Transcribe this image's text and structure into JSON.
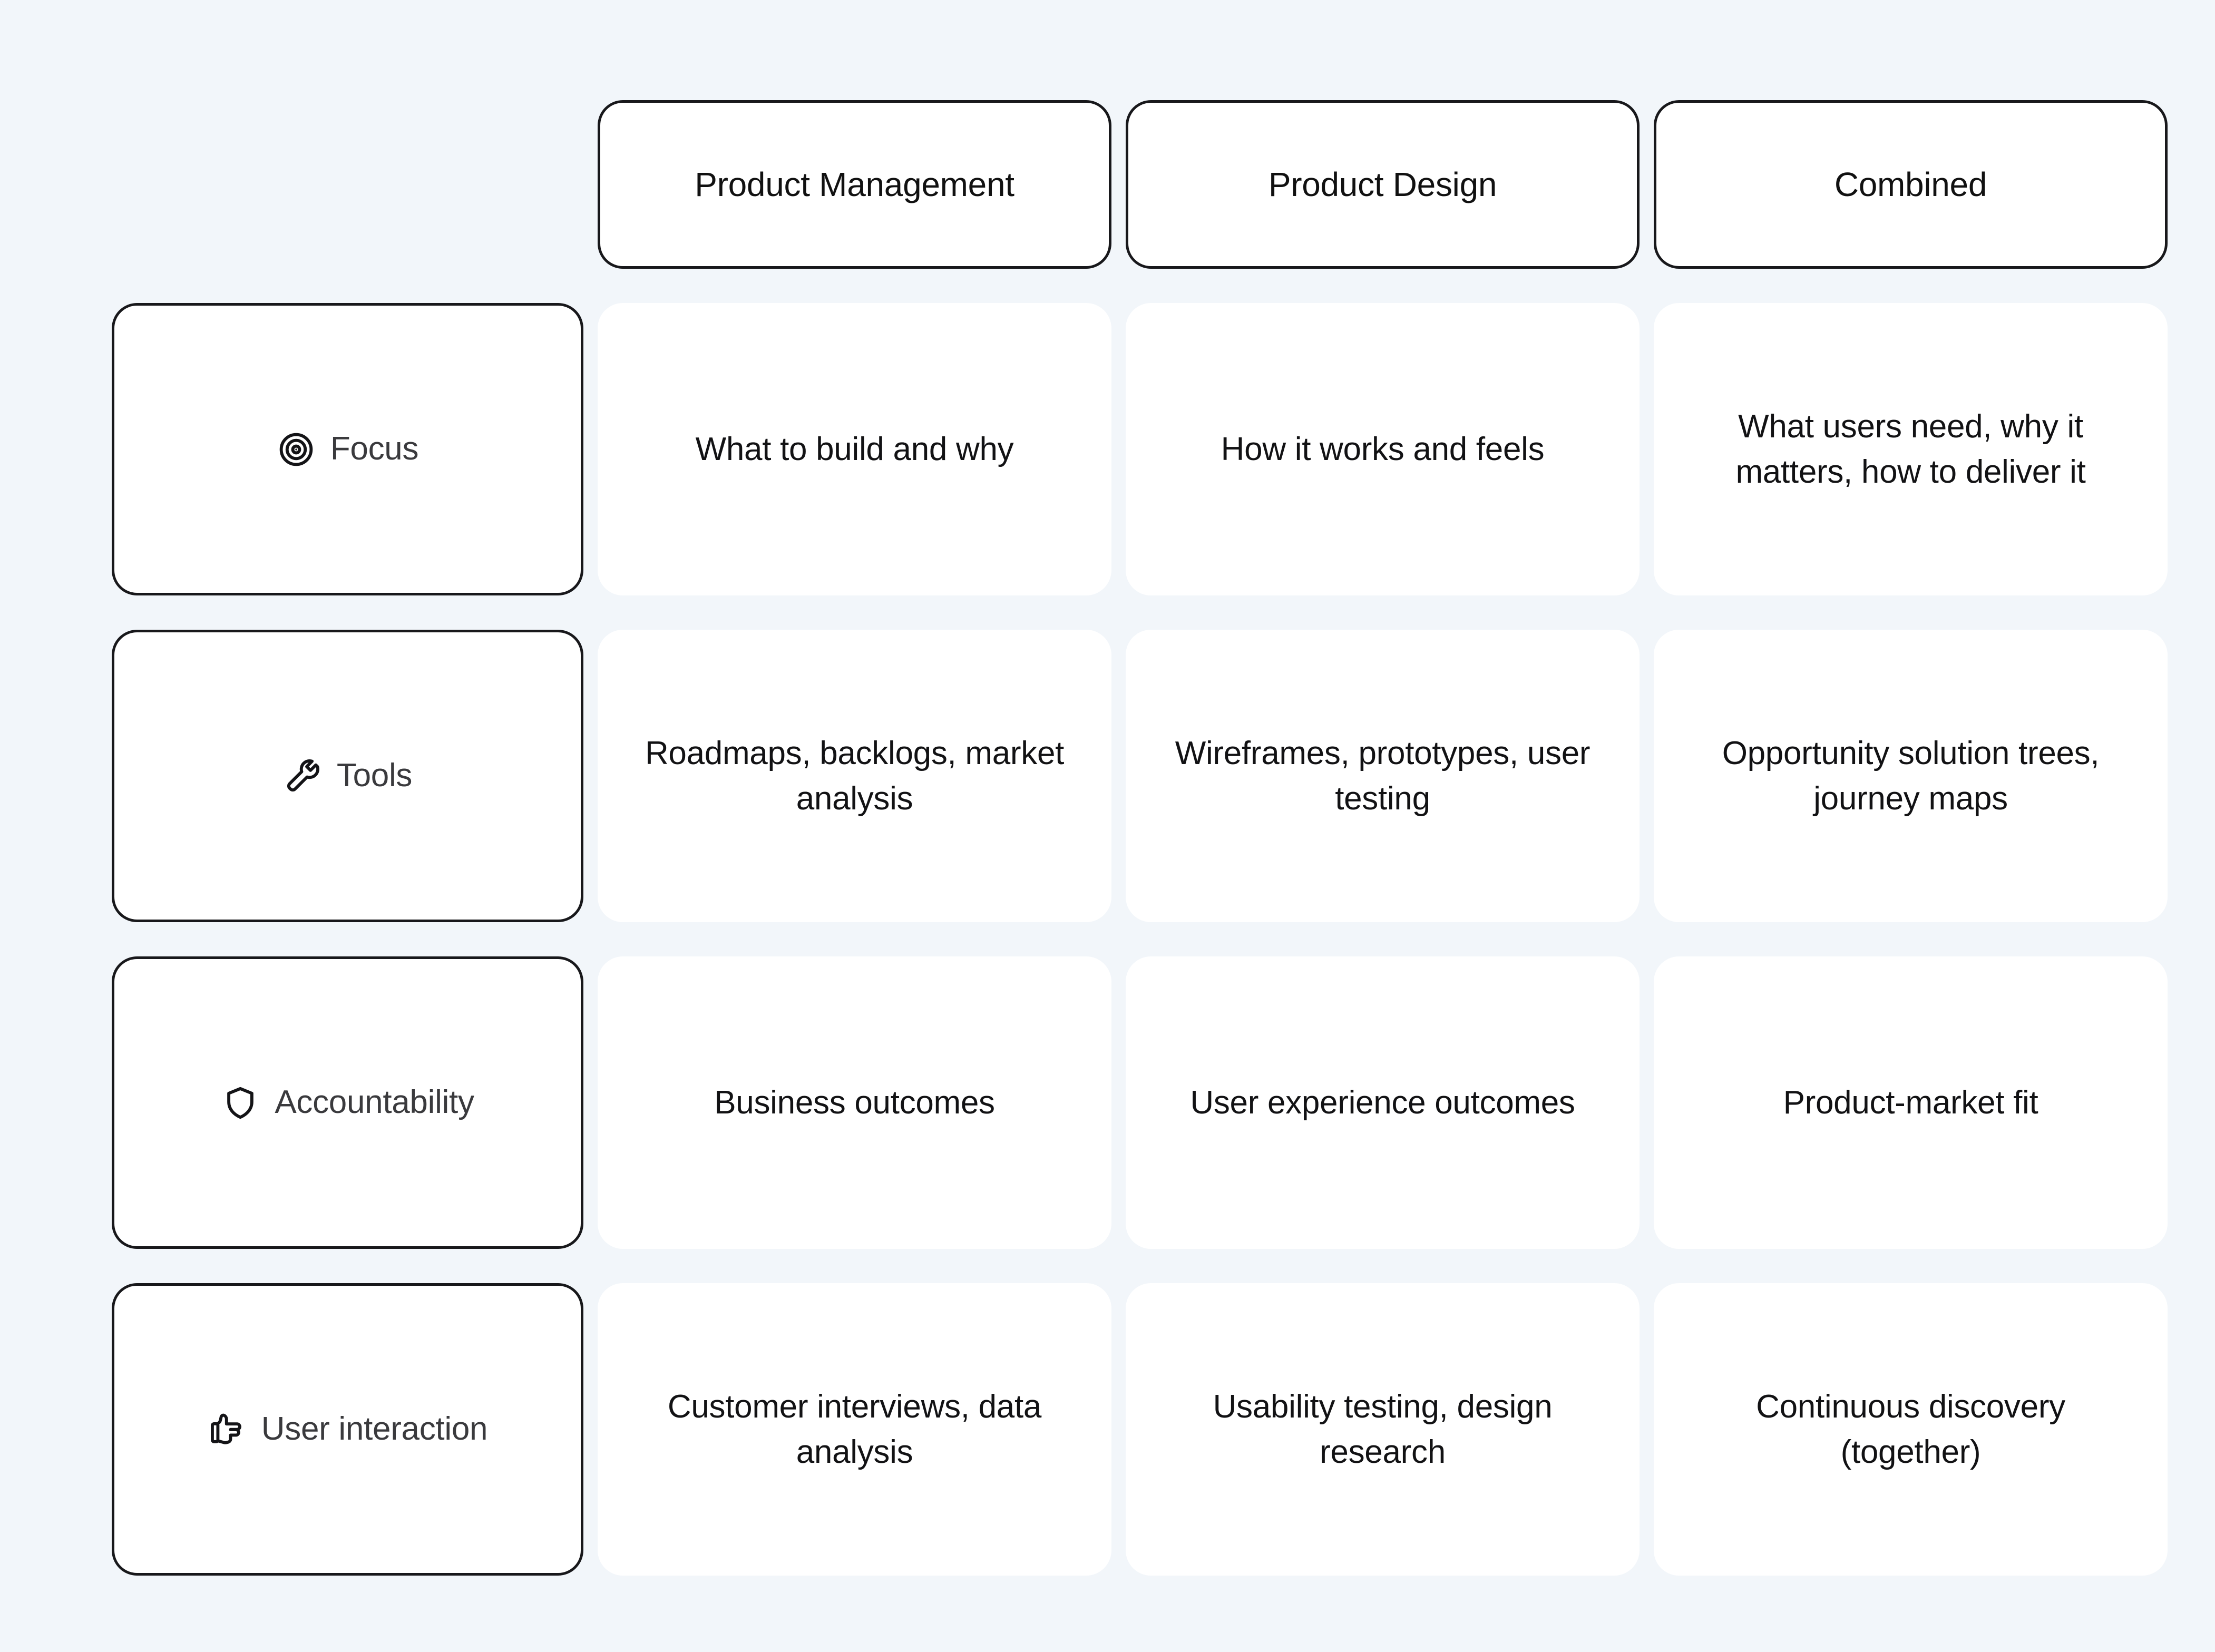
{
  "theme": {
    "page_background": "#f2f6fa",
    "card_background": "#ffffff",
    "outline_color": "#18181b",
    "heading_text_color": "#111111",
    "row_label_text_color": "#3a3a3d",
    "cell_text_color": "#121214"
  },
  "matrix": {
    "column_headers": [
      {
        "label": "Product Management"
      },
      {
        "label": "Product Design"
      },
      {
        "label": "Combined"
      }
    ],
    "rows": [
      {
        "icon": "target-icon",
        "label": "Focus",
        "cells": [
          "What to build and why",
          "How it works and feels",
          "What users need, why it matters, how to deliver it"
        ]
      },
      {
        "icon": "wrench-icon",
        "label": "Tools",
        "cells": [
          "Roadmaps, backlogs, market analysis",
          "Wireframes, prototypes, user testing",
          "Opportunity solution trees, journey maps"
        ]
      },
      {
        "icon": "shield-icon",
        "label": "Accountability",
        "cells": [
          "Business outcomes",
          "User experience outcomes",
          "Product-market fit"
        ]
      },
      {
        "icon": "hand-pointing-icon",
        "label": "User interaction",
        "cells": [
          "Customer interviews, data analysis",
          "Usability testing, design research",
          "Continuous discovery (together)"
        ]
      }
    ]
  }
}
